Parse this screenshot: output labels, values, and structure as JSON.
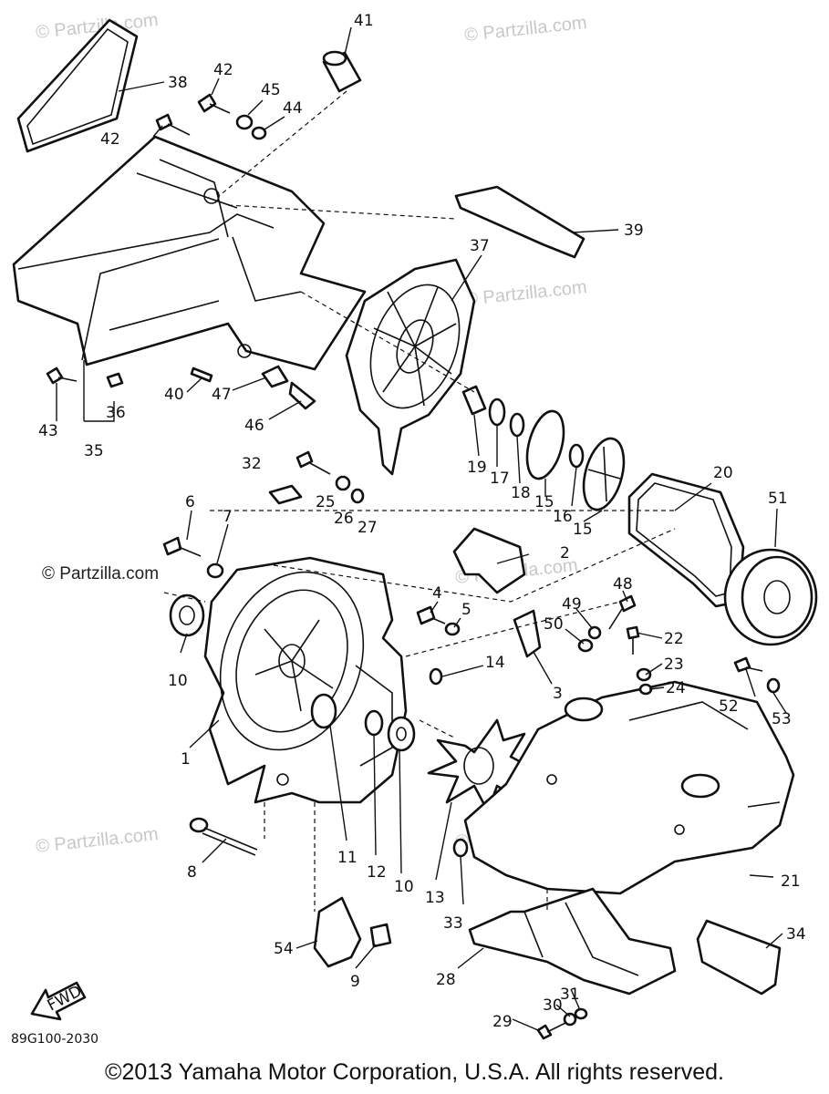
{
  "watermark": "© Partzilla.com",
  "brand_label": "© Partzilla.com",
  "diagram_code": "89G100-2030",
  "fwd_label": "FWD",
  "copyright": "©2013  Yamaha Motor Corporation, U.S.A. All rights reserved.",
  "callouts": {
    "c1": "1",
    "c2": "2",
    "c3": "3",
    "c4": "4",
    "c5": "5",
    "c6": "6",
    "c7": "7",
    "c8": "8",
    "c9": "9",
    "c10a": "10",
    "c10b": "10",
    "c11": "11",
    "c12": "12",
    "c13": "13",
    "c14": "14",
    "c15a": "15",
    "c15b": "15",
    "c16": "16",
    "c17": "17",
    "c18": "18",
    "c19": "19",
    "c20": "20",
    "c21": "21",
    "c22": "22",
    "c23": "23",
    "c24": "24",
    "c25": "25",
    "c26": "26",
    "c27": "27",
    "c28": "28",
    "c29": "29",
    "c30": "30",
    "c31": "31",
    "c32": "32",
    "c33": "33",
    "c34": "34",
    "c35": "35",
    "c36": "36",
    "c37": "37",
    "c38": "38",
    "c39": "39",
    "c40": "40",
    "c41": "41",
    "c42a": "42",
    "c42b": "42",
    "c43": "43",
    "c44": "44",
    "c45": "45",
    "c46": "46",
    "c47": "47",
    "c48": "48",
    "c49": "49",
    "c50": "50",
    "c51": "51",
    "c52": "52",
    "c53": "53",
    "c54": "54"
  }
}
